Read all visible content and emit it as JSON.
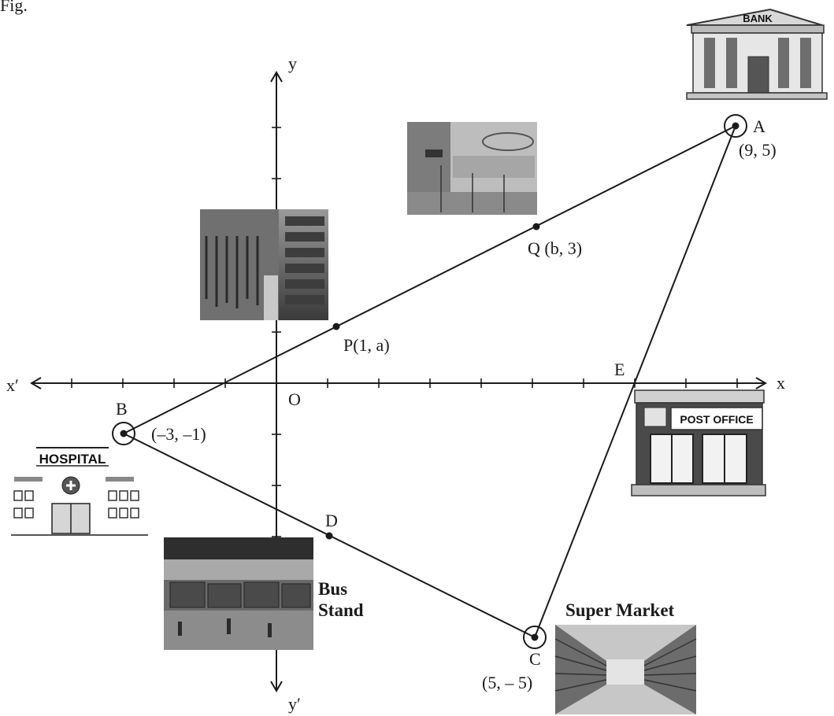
{
  "fig_label": "Fig.",
  "axes": {
    "x_label": "x",
    "x_neg_label": "x′",
    "y_label": "y",
    "y_neg_label": "y′",
    "origin_label": "O",
    "x_range": [
      -5,
      10
    ],
    "y_range": [
      -6,
      6
    ]
  },
  "points": {
    "A": {
      "name": "A",
      "coord": "(9, 5)",
      "x": 9,
      "y": 5
    },
    "B": {
      "name": "B",
      "coord": "(–3, –1)",
      "x": -3,
      "y": -1
    },
    "C": {
      "name": "C",
      "coord": "(5, – 5)",
      "x": 5,
      "y": -5
    },
    "P": {
      "name": "P(1, a)",
      "x": 1
    },
    "Q": {
      "name": "Q (b, 3)",
      "y": 3
    },
    "D": {
      "name": "D"
    },
    "E": {
      "name": "E"
    }
  },
  "places": {
    "bank": {
      "sign": "BANK",
      "icon": "bank-building-icon"
    },
    "hospital": {
      "sign": "HOSPITAL",
      "icon": "hospital-building-icon"
    },
    "post_office": {
      "sign": "POST OFFICE",
      "icon": "post-office-building-icon"
    },
    "bus_stand": {
      "line1": "Bus",
      "line2": "Stand",
      "icon": "bus-stand-photo"
    },
    "super_market": {
      "label": "Super Market",
      "icon": "supermarket-photo"
    },
    "mall": {
      "icon": "mall-photo"
    },
    "clothing_store": {
      "icon": "clothing-store-photo"
    }
  },
  "colors": {
    "ink": "#1a1a1a",
    "photo_dark": "#555555",
    "photo_light": "#bdbdbd"
  }
}
